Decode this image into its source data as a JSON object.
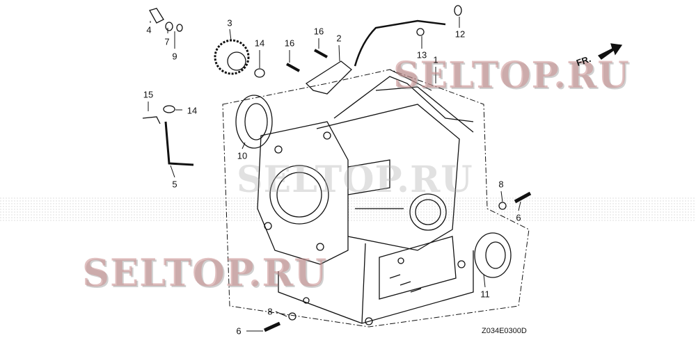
{
  "diagram": {
    "part_labels": {
      "l4": "4",
      "l7": "7",
      "l9": "9",
      "l3": "3",
      "l14a": "14",
      "l16a": "16",
      "l16b": "16",
      "l2": "2",
      "l12": "12",
      "l13": "13",
      "l1": "1",
      "l15": "15",
      "l14b": "14",
      "l10": "10",
      "l5": "5",
      "l8a": "8",
      "l6a": "6",
      "l11": "11",
      "l8b": "8",
      "l6b": "6"
    },
    "direction_marker": "FR.",
    "diagram_code": "Z034E0300D",
    "watermark": "SELTOP.RU"
  }
}
